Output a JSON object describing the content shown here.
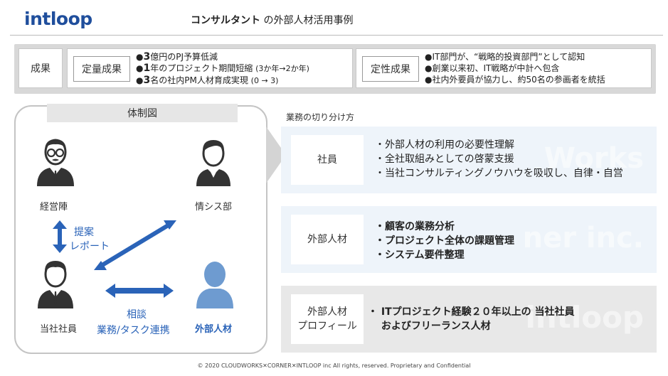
{
  "header": {
    "logo": "intloop",
    "title_bold": "コンサルタント",
    "title_rest": " の外部人材活用事例"
  },
  "results": {
    "label": "成果",
    "quantitative": {
      "label": "定量成果",
      "items": [
        {
          "num": "3",
          "text": "億円のPJ予算低減",
          "note": ""
        },
        {
          "num": "1",
          "text": "年のプロジェクト期間短縮",
          "note": "(3か年→2か年)"
        },
        {
          "num": "3",
          "text": "名の社内PM人材育成実現",
          "note": "(0 → 3)"
        }
      ]
    },
    "qualitative": {
      "label": "定性成果",
      "items": [
        "IT部門が、“戦略的投資部門”として認知",
        "創業以来初、IT戦略が中計へ包含",
        "社内外要員が協力し、約50名の参画者を統括"
      ]
    }
  },
  "org": {
    "title": "体制図",
    "management": "経営陣",
    "it_dept": "情シス部",
    "staff": "当社社員",
    "external": "外部人材",
    "proposal_1": "提案",
    "proposal_2": "レポート",
    "consult_1": "相談",
    "consult_2": "業務/タスク連携"
  },
  "division": {
    "title": "業務の切り分け方",
    "rows": [
      {
        "label": "社員",
        "lines": [
          "・外部人材の利用の必要性理解",
          "・全社取組みとしての啓蒙支援",
          "・当社コンサルティングノウハウを吸収し、自律・自営"
        ],
        "watermark": "Works"
      },
      {
        "label": "外部人材",
        "lines": [
          "・顧客の業務分析",
          "・プロジェクト全体の課題管理",
          "・システム要件整理"
        ],
        "watermark": "ner inc."
      },
      {
        "label_1": "外部人材",
        "label_2": "プロフィール",
        "lines": [
          "・ ITプロジェクト経験２０年以上の 当社社員",
          "　 およびフリーランス人材"
        ],
        "watermark": "intloop"
      }
    ]
  },
  "footer": "© 2020 CLOUDWORKS✕CORNER✕INTLOOP inc All rights, reserved.   Proprietary and Confidential",
  "colors": {
    "brand": "#1f4e9c",
    "arrow_blue": "#2a63b8",
    "external_person": "#6e9bd0",
    "band1_bg": "#eef4fa",
    "band2_bg": "#eef4fa",
    "band3_bg": "#e8e8e8"
  }
}
